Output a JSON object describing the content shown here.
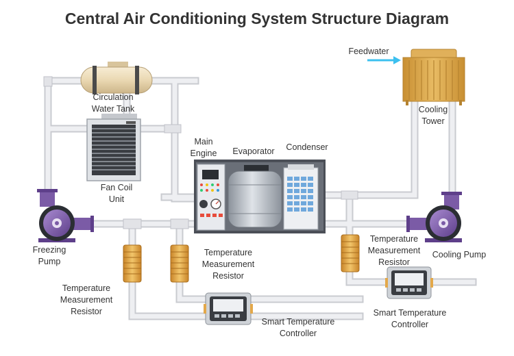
{
  "title": "Central Air Conditioning System Structure Diagram",
  "labels": {
    "circulation_water_tank": "Circulation\nWater Tank",
    "fan_coil_unit": "Fan Coil\nUnit",
    "main_engine": "Main\nEngine",
    "evaporator": "Evaporator",
    "condenser": "Condenser",
    "feedwater": "Feedwater",
    "cooling_tower": "Cooling\nTower",
    "freezing_pump": "Freezing\nPump",
    "cooling_pump": "Cooling Pump",
    "temp_resistor_center": "Temperature\nMeasurement\nResistor",
    "temp_resistor_left": "Temperature\nMeasurement\nResistor",
    "temp_resistor_right": "Temperature\nMeasurement\nResistor",
    "smart_controller_left": "Smart Temperature\nController",
    "smart_controller_right": "Smart Temperature\nController"
  },
  "colors": {
    "pipe": "#e9eaed",
    "pipe_edge": "#c9cbd0",
    "pump": "#7b5ba6",
    "tank": "#ecdcbc",
    "tower": "#d9a84e",
    "resistor": "#e3a84a",
    "feedwater_arrow": "#3cc0ef",
    "machine_frame": "#4b4f57"
  }
}
